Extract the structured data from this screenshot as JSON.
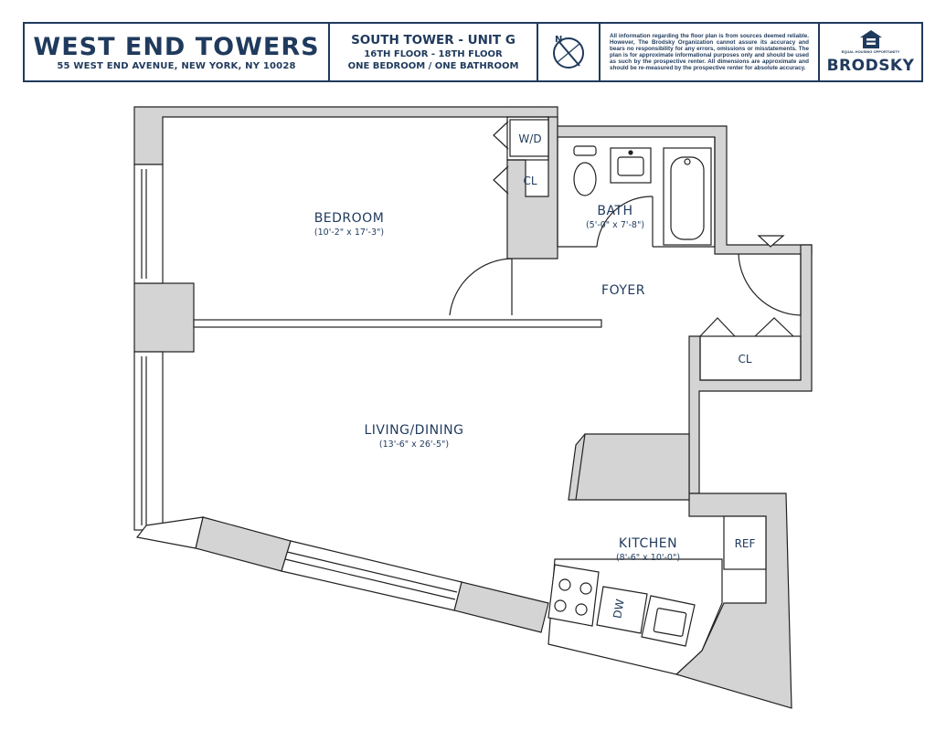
{
  "header": {
    "building_name": "WEST END TOWERS",
    "address": "55 WEST END AVENUE, NEW YORK, NY 10028",
    "unit": "SOUTH TOWER - UNIT G",
    "floors": "16TH FLOOR - 18TH FLOOR",
    "unit_type": "ONE BEDROOM / ONE BATHROOM",
    "compass_label": "N",
    "disclaimer": "All information regarding the floor plan is from sources deemed reliable. However, The Brodsky Organization cannot assure its accuracy and bears no responsibility for any errors, omissions or misstatements. The plan is for approximate informational purposes only and should be used as such by the prospective renter. All dimensions are approximate and should be re-measured by the prospective renter for absolute accuracy.",
    "equal_housing_text": "EQUAL HOUSING OPPORTUNITY",
    "brand": "BRODSKY"
  },
  "rooms": {
    "bedroom": {
      "name": "BEDROOM",
      "dims": "(10'-2\" x 17'-3\")"
    },
    "bath": {
      "name": "BATH",
      "dims": "(5'-0\" x 7'-8\")"
    },
    "foyer": {
      "name": "FOYER"
    },
    "living": {
      "name": "LIVING/DINING",
      "dims": "(13'-6\" x 26'-5\")"
    },
    "kitchen": {
      "name": "KITCHEN",
      "dims": "(8'-6\" x 10'-0\")"
    }
  },
  "fixtures": {
    "washer_dryer": "W/D",
    "closet_bedroom": "CL",
    "closet_foyer": "CL",
    "refrigerator": "REF",
    "dishwasher": "DW"
  },
  "colors": {
    "ink": "#1f3a5c",
    "wall_fill": "#d4d4d4",
    "line": "#222222"
  }
}
